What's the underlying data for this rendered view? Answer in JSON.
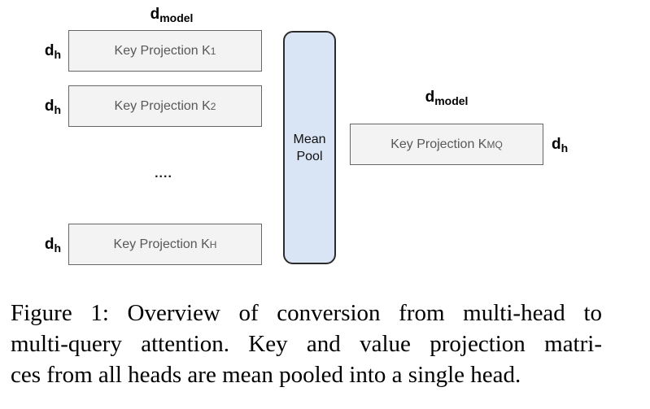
{
  "diagram": {
    "left": {
      "d_model": {
        "base": "d",
        "sub": "model"
      },
      "rows": [
        {
          "dim_base": "d",
          "dim_sub": "h",
          "label": "Key Projection K",
          "label_sub": "1"
        },
        {
          "dim_base": "d",
          "dim_sub": "h",
          "label": "Key Projection K",
          "label_sub": "2"
        },
        {
          "dim_base": "d",
          "dim_sub": "h",
          "label": "Key Projection K",
          "label_sub": "H"
        }
      ],
      "ellipsis": "...."
    },
    "mean_pool": {
      "label": "Mean Pool"
    },
    "right": {
      "d_model": {
        "base": "d",
        "sub": "model"
      },
      "box": {
        "label": "Key Projection K",
        "label_sub": "MQ"
      },
      "d_h": {
        "base": "d",
        "sub": "h"
      }
    },
    "colors": {
      "box_fill": "#f3f3f3",
      "box_border": "#666666",
      "box_text": "#58585a",
      "pool_fill": "#d9e4f5",
      "pool_border": "#2b2b2b",
      "pool_text": "#111111"
    }
  },
  "caption": {
    "lines": [
      "Figure 1: Overview of conversion from multi-head to",
      "multi-query attention. Key and value projection matri-",
      "ces from all heads are mean pooled into a single head."
    ]
  }
}
